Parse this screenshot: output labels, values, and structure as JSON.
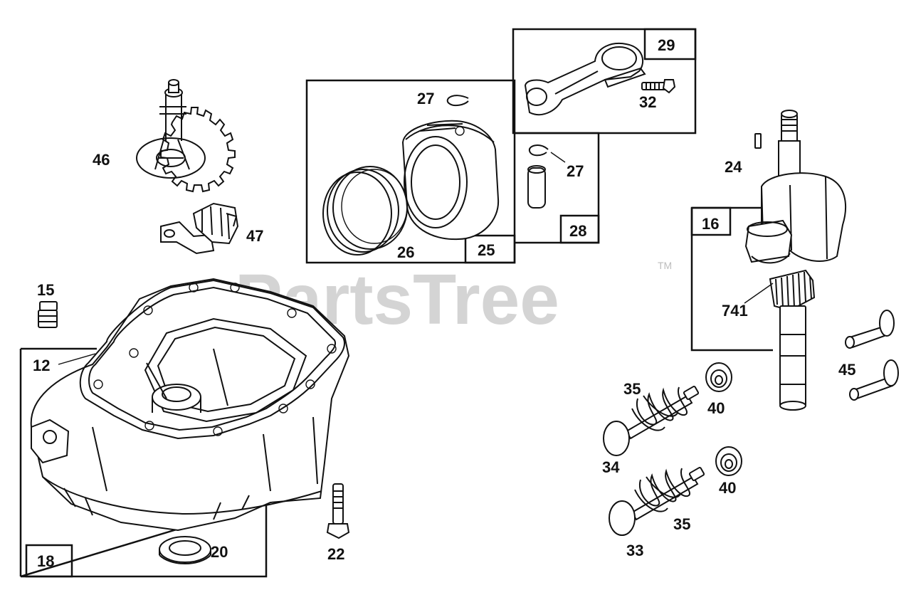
{
  "watermark": "PartsTree",
  "trademark": "TM",
  "labels": {
    "p46": "46",
    "p47": "47",
    "p15": "15",
    "p12": "12",
    "p18": "18",
    "p20": "20",
    "p22": "22",
    "p27a": "27",
    "p26": "26",
    "p25": "25",
    "p29": "29",
    "p32": "32",
    "p27b": "27",
    "p28": "28",
    "p24": "24",
    "p16": "16",
    "p741": "741",
    "p45": "45",
    "p35a": "35",
    "p40a": "40",
    "p34": "34",
    "p40b": "40",
    "p35b": "35",
    "p33": "33"
  }
}
